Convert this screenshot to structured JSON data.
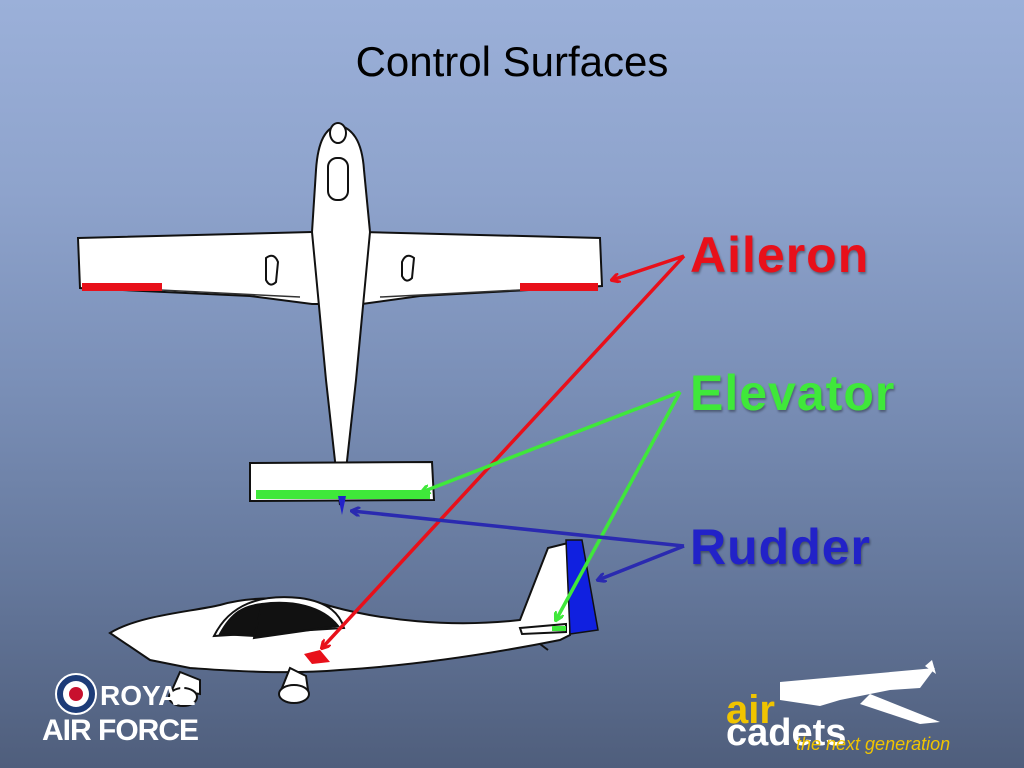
{
  "title": "Control Surfaces",
  "labels": {
    "aileron": "Aileron",
    "elevator": "Elevator",
    "rudder": "Rudder"
  },
  "colors": {
    "aileron": "#e8101a",
    "elevator": "#3fe83a",
    "rudder": "#2222c8",
    "rudder_surface": "#1020e0"
  },
  "logos": {
    "raf_line1": "ROYAL",
    "raf_line2": "AIR FORCE",
    "cadets_air": "air",
    "cadets_word": "cadets",
    "cadets_tagline": "the next generation"
  }
}
